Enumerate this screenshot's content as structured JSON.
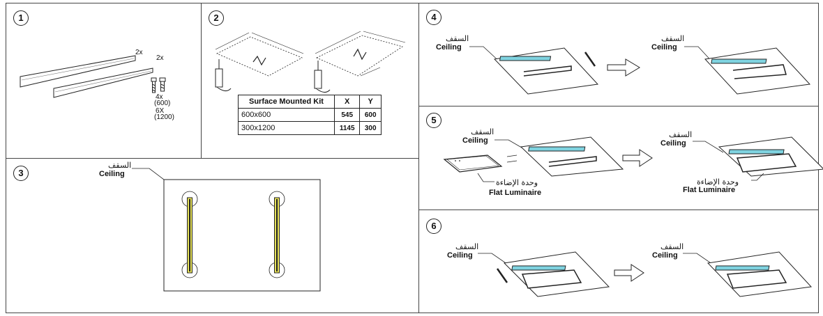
{
  "steps": {
    "s1": {
      "num": "1",
      "qty_a": "2x",
      "qty_b": "2x",
      "screws_4x": "4x",
      "screws_600": "(600)",
      "screws_6x": "6X",
      "screws_1200": "(1200)"
    },
    "s2": {
      "num": "2"
    },
    "s3": {
      "num": "3"
    },
    "s4": {
      "num": "4"
    },
    "s5": {
      "num": "5"
    },
    "s6": {
      "num": "6"
    }
  },
  "labels": {
    "ceiling_ar": "السقف",
    "ceiling_en": "Ceiling",
    "luminaire_ar": "وحدة الإضاءة",
    "luminaire_en": "Flat Luminaire"
  },
  "table": {
    "headers": [
      "Surface Mounted Kit",
      "X",
      "Y"
    ],
    "rows": [
      [
        "600x600",
        "545",
        "600"
      ],
      [
        "300x1200",
        "1145",
        "300"
      ]
    ]
  },
  "colors": {
    "line": "#222222",
    "accent_cyan": "#7fd3e0",
    "accent_yellow": "#e8e35a"
  },
  "icons": [
    "drill-icon",
    "screw-icon",
    "anchor-icon",
    "arrow-right-icon"
  ]
}
